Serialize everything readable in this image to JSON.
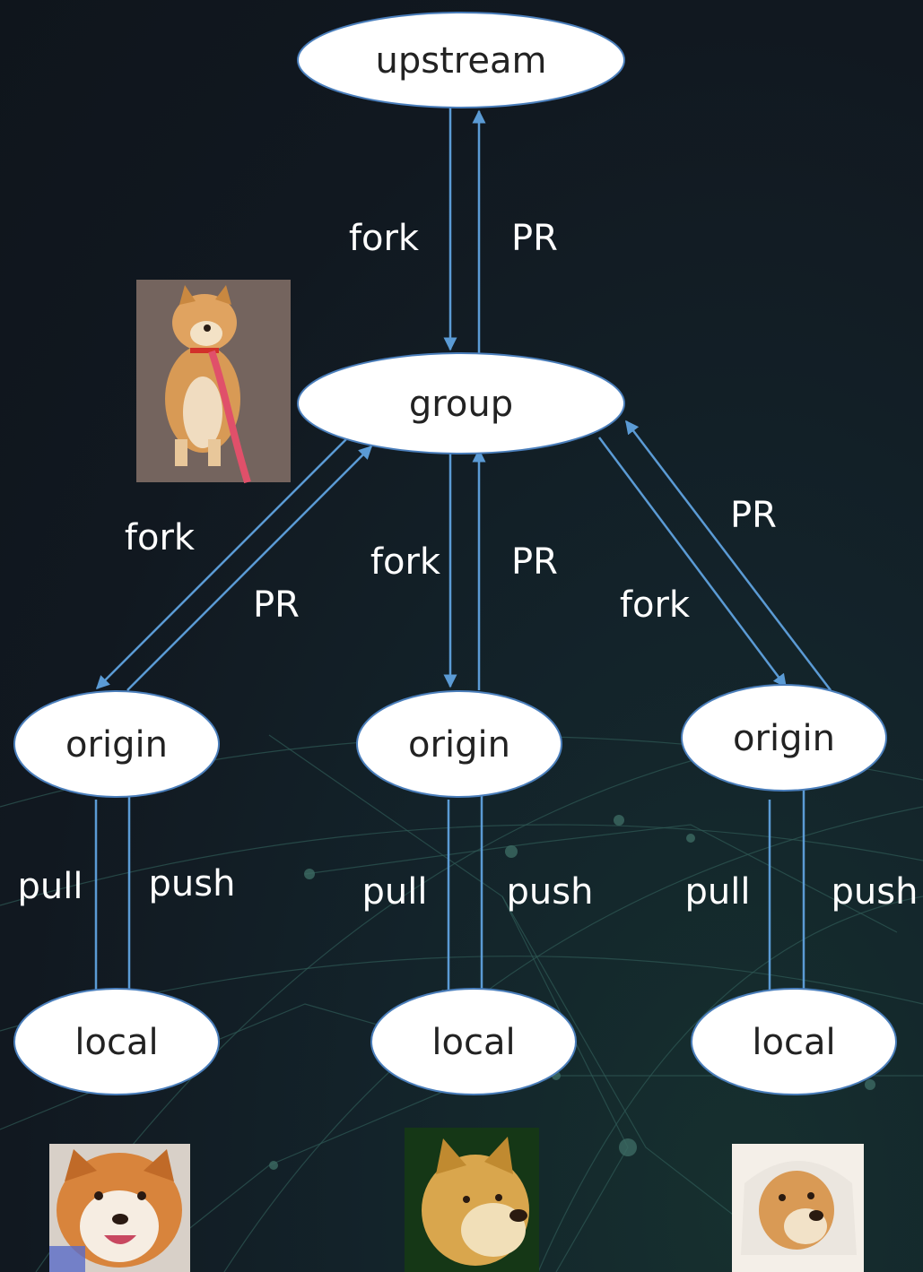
{
  "nodes": {
    "upstream": "upstream",
    "group": "group",
    "origin_left": "origin",
    "origin_middle": "origin",
    "origin_right": "origin",
    "local_left": "local",
    "local_middle": "local",
    "local_right": "local"
  },
  "edges": {
    "upstream_group_fork": "fork",
    "upstream_group_pr": "PR",
    "group_origin_left_fork": "fork",
    "group_origin_left_pr": "PR",
    "group_origin_middle_fork": "fork",
    "group_origin_middle_pr": "PR",
    "group_origin_right_fork": "fork",
    "group_origin_right_pr": "PR",
    "origin_left_pull": "pull",
    "origin_left_push": "push",
    "origin_middle_pull": "pull",
    "origin_middle_push": "push",
    "origin_right_pull": "pull",
    "origin_right_push": "push"
  },
  "colors": {
    "background": "#111820",
    "node_fill": "#ffffff",
    "node_stroke": "#4a7ebb",
    "arrow": "#5b9bd5",
    "label_text": "#ffffff"
  },
  "images": {
    "group_image": "shiba-dog-on-leash-photo",
    "left_image": "smiling-shiba-photo",
    "middle_image": "doge-meme-photo",
    "right_image": "shiba-with-towel-photo"
  }
}
